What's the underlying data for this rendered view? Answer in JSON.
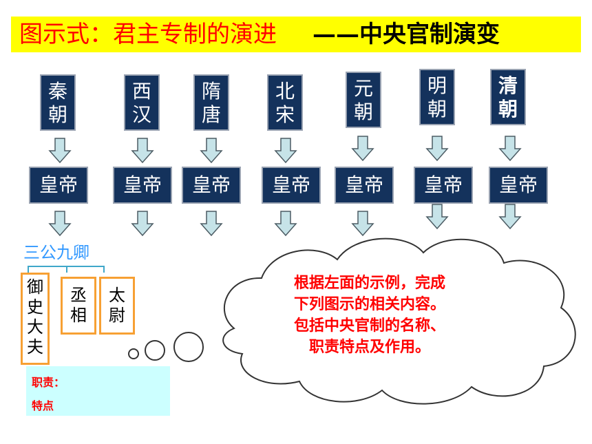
{
  "title": {
    "part1": "图示式：君主专制的演进",
    "part2": "——中央官制演变"
  },
  "dynasties": [
    {
      "chars": [
        "秦",
        "朝"
      ]
    },
    {
      "chars": [
        "西",
        "汉"
      ]
    },
    {
      "chars": [
        "隋",
        "唐"
      ]
    },
    {
      "chars": [
        "北",
        "宋"
      ]
    },
    {
      "chars": [
        "元",
        "朝"
      ]
    },
    {
      "chars": [
        "明",
        "朝"
      ]
    },
    {
      "chars": [
        "清",
        "朝"
      ]
    }
  ],
  "emperor_label": "皇帝",
  "officials_group": {
    "label": "三公九卿",
    "items": [
      {
        "chars": [
          "御",
          "史",
          "大",
          "夫"
        ]
      },
      {
        "chars": [
          "丞",
          "相"
        ]
      },
      {
        "chars": [
          "太",
          "尉"
        ]
      }
    ]
  },
  "duty_box": {
    "line1": "职责：",
    "line2": "特点"
  },
  "cloud": {
    "lines": [
      "根据左面的示例，完成",
      "下列图示的相关内容。",
      "包括中央官制的名称、",
      "职责特点及作用。"
    ]
  },
  "colors": {
    "title_bg": "#ffff00",
    "title_red": "#ff0000",
    "box_navy": "#14325c",
    "arrow_fill": "#c6e3e8",
    "official_border": "#f7a033",
    "group_label": "#3399ff",
    "duty_bg": "#ccffff",
    "cloud_text": "#ff0000"
  }
}
